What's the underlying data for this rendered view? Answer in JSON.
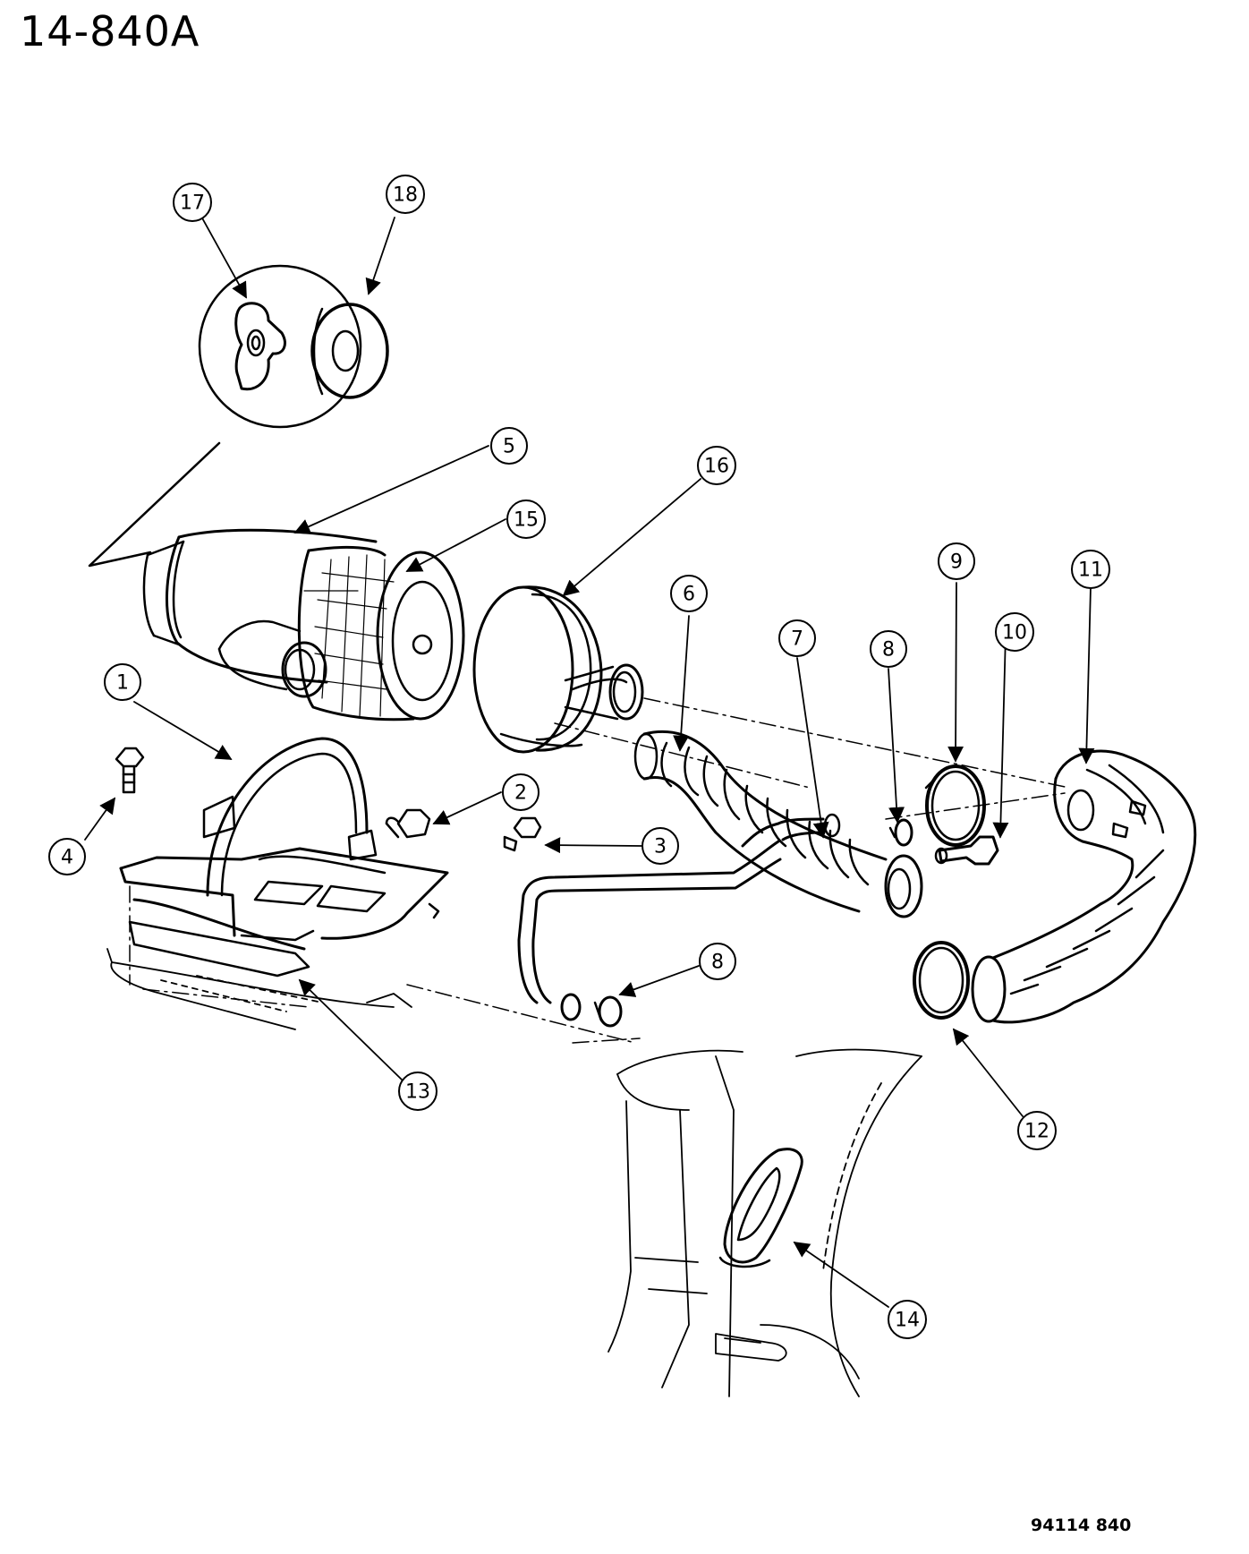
{
  "header": {
    "title": "14-840A"
  },
  "footer": {
    "figure_code": "94114  840"
  },
  "callouts": [
    "1",
    "2",
    "3",
    "4",
    "5",
    "6",
    "7",
    "8",
    "8",
    "9",
    "10",
    "11",
    "12",
    "13",
    "14",
    "15",
    "16",
    "17",
    "18"
  ]
}
